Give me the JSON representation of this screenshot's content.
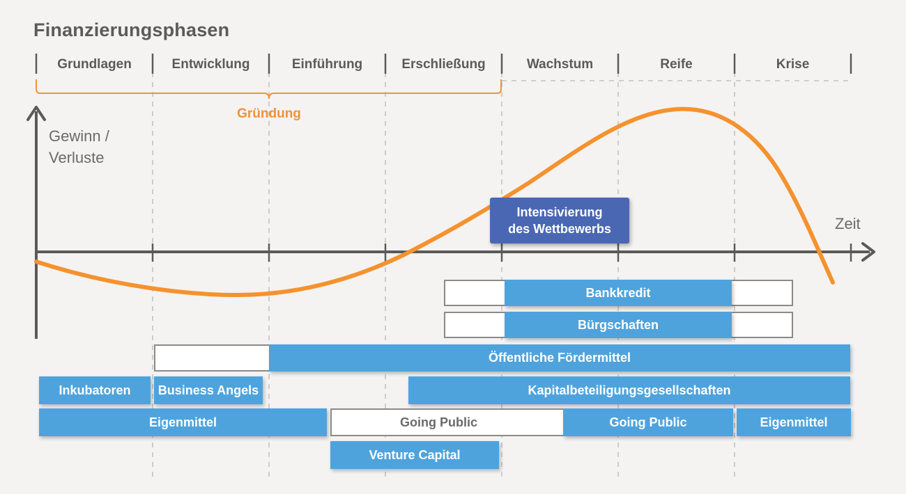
{
  "title": "Finanzierungsphasen",
  "phases": [
    "Grundlagen",
    "Entwicklung",
    "Einführung",
    "Erschließung",
    "Wachstum",
    "Reife",
    "Krise"
  ],
  "founding_label": "Gründung",
  "y_axis_label": "Gewinn /\nVerluste",
  "x_axis_label": "Zeit",
  "callout": "Intensivierung\ndes Wettbewerbs",
  "financing_bars": {
    "bankkredit": "Bankkredit",
    "buergschaften": "Bürgschaften",
    "foerdermittel": "Öffentliche Fördermittel",
    "inkubatoren": "Inkubatoren",
    "business_angels": "Business Angels",
    "kapitalbeteiligung": "Kapitalbeteiligungsgesellschaften",
    "eigenmittel_1": "Eigenmittel",
    "going_public_outline": "Going Public",
    "going_public": "Going Public",
    "eigenmittel_2": "Eigenmittel",
    "venture_capital": "Venture Capital"
  },
  "colors": {
    "curve": "#f5922e",
    "bar_fill": "#4fa3dc",
    "callout": "#4a67b3",
    "axis": "#5a5a5a",
    "text": "#5b5b5b"
  }
}
